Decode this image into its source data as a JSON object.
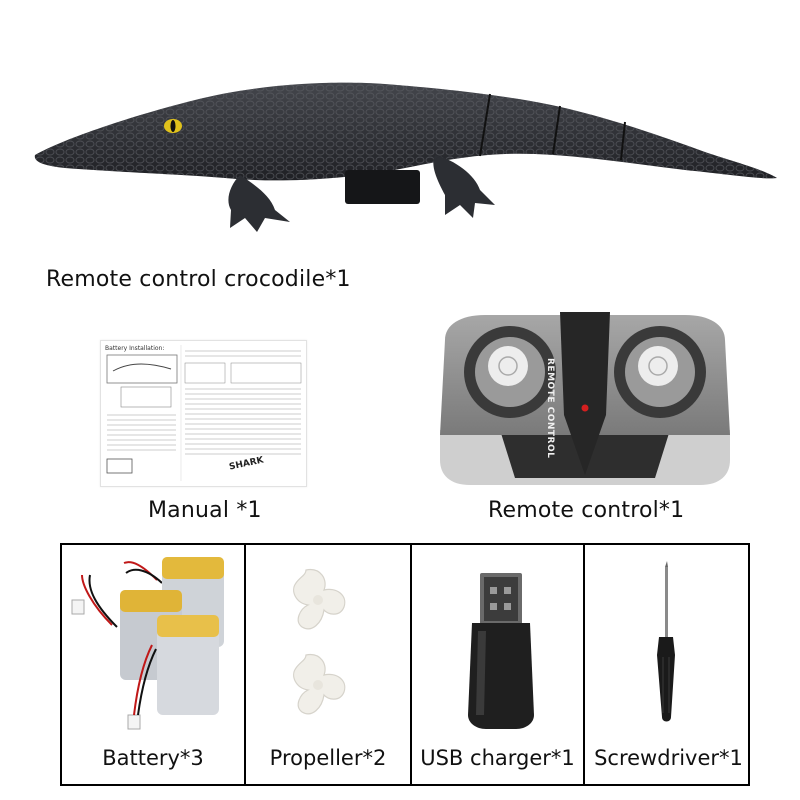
{
  "products": {
    "crocodile": {
      "caption": "Remote control crocodile*1"
    },
    "manual": {
      "caption": "Manual *1",
      "sheet_heading": "Battery Installation:",
      "brand_mark": "SHARK"
    },
    "remote": {
      "caption": "Remote control*1",
      "housing_label": "REMOTE CONTROL"
    },
    "accessories": [
      {
        "caption": "Battery*3"
      },
      {
        "caption": "Propeller*2"
      },
      {
        "caption": "USB charger*1"
      },
      {
        "caption": "Screwdriver*1"
      }
    ]
  },
  "colors": {
    "crocodile_body": "#2a2c31",
    "crocodile_eye": "#e0c21c",
    "remote_shell": "#8c8c8c",
    "remote_top": "#2a2a2a",
    "battery_gold": "#e3b93c",
    "battery_silver": "#cfd3d8",
    "propeller": "#f1efe9",
    "usb_body": "#1f1f1f",
    "screwdriver_handle": "#1a1a1a"
  }
}
